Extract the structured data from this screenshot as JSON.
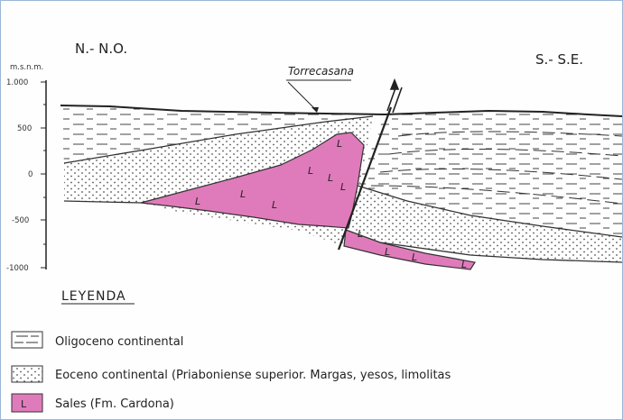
{
  "cross_section": {
    "left_direction": "N.- N.O.",
    "right_direction": "S.- S.E.",
    "axis_unit": "m.s.n.m.",
    "axis_ticks": [
      "1.000",
      "500",
      "0",
      "-500",
      "-1000"
    ],
    "locality": "Torrecasana",
    "salt_marker": "L"
  },
  "legend": {
    "title": "LEYENDA",
    "items": [
      {
        "pattern": "dashed-lines",
        "label": "Oligoceno continental"
      },
      {
        "pattern": "dotted",
        "label": "Eoceno continental (Priaboniense superior. Margas, yesos, limolitas"
      },
      {
        "pattern": "salt",
        "label": "Sales (Fm. Cardona)",
        "symbol": "L"
      }
    ]
  },
  "colors": {
    "salt": "#e07bbb",
    "line": "#333333",
    "frame": "#9ab6d6"
  }
}
